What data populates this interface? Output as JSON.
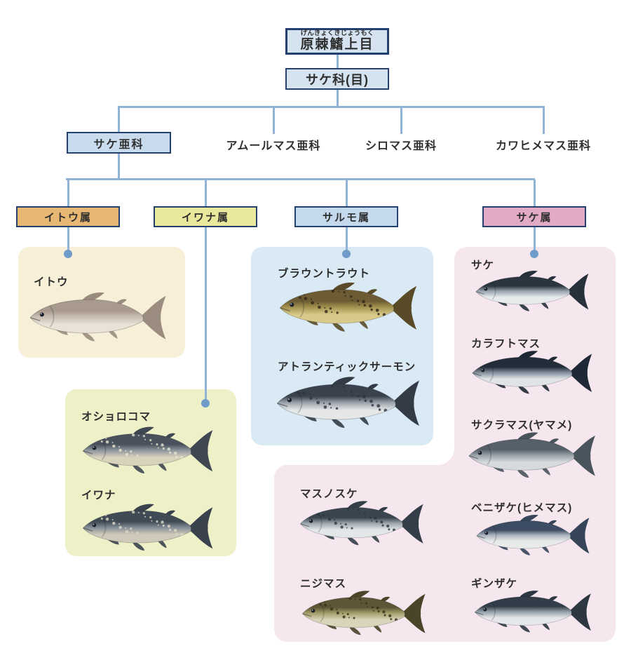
{
  "tree": {
    "root": {
      "furigana": "げんきょくきじょうもく",
      "label": "原棘鰭上目"
    },
    "family": {
      "label": "サケ科(目)"
    },
    "subfamilies": [
      {
        "label": "サケ亜科"
      },
      {
        "label": "アムールマス亜科"
      },
      {
        "label": "シロマス亜科"
      },
      {
        "label": "カワヒメマス亜科"
      }
    ],
    "genera": [
      {
        "label": "イトウ属",
        "color": "#e7b873"
      },
      {
        "label": "イワナ属",
        "color": "#e9e89b"
      },
      {
        "label": "サルモ属",
        "color": "#c5d9ec"
      },
      {
        "label": "サケ属",
        "color": "#e3aac6"
      }
    ]
  },
  "panels": [
    {
      "genus": "イトウ属",
      "bg": "#f8efd8",
      "species": [
        {
          "name": "イトウ",
          "back": "#a89a8c",
          "mid": "#c8beb2",
          "belly": "#e9e2d6",
          "fin": "#9a8d80",
          "spots": "none"
        }
      ]
    },
    {
      "genus": "イワナ属",
      "bg": "#eef0c8",
      "species": [
        {
          "name": "オショロコマ",
          "back": "#49525c",
          "mid": "#8d959c",
          "belly": "#d9d2bd",
          "fin": "#3f4850",
          "spots": "#e6e2cf"
        },
        {
          "name": "イワナ",
          "back": "#414b56",
          "mid": "#828c96",
          "belly": "#cfc9b9",
          "fin": "#39424c",
          "spots": "#dcd8c8"
        }
      ]
    },
    {
      "genus": "サルモ属",
      "bg": "#daeaf4",
      "species": [
        {
          "name": "ブラウントラウト",
          "back": "#6d5c33",
          "mid": "#a3924f",
          "belly": "#d9ca8a",
          "fin": "#5a4b28",
          "spots": "#2f2817"
        },
        {
          "name": "アトランティックサーモン",
          "back": "#39424d",
          "mid": "#9aa3ab",
          "belly": "#e6e8e8",
          "fin": "#333c46",
          "spots": "#2e343c"
        }
      ]
    },
    {
      "genus": "サケ属",
      "bg": "#f6e7ee",
      "species": [
        {
          "name": "サケ",
          "back": "#2b3540",
          "mid": "#97a2ac",
          "belly": "#e8ebec",
          "fin": "#27313c",
          "spots": "none"
        },
        {
          "name": "カラフトマス",
          "back": "#232d3a",
          "mid": "#808d9a",
          "belly": "#e0e4e7",
          "fin": "#1f2935",
          "spots": "none"
        },
        {
          "name": "サクラマス(ヤマメ)",
          "back": "#566069",
          "mid": "#98a1a8",
          "belly": "#d6dadc",
          "fin": "#4a545d",
          "spots": "none"
        },
        {
          "name": "ベニザケ(ヒメマス)",
          "back": "#3c4c62",
          "mid": "#aab4bd",
          "belly": "#e9ebeb",
          "fin": "#36455a",
          "spots": "none"
        },
        {
          "name": "ギンザケ",
          "back": "#333d49",
          "mid": "#909ca6",
          "belly": "#e5e7e9",
          "fin": "#2d3742",
          "spots": "none"
        },
        {
          "name": "マスノスケ",
          "back": "#3b454f",
          "mid": "#9aa5ad",
          "belly": "#e4e7e8",
          "fin": "#343e48",
          "spots": "#2c343c"
        },
        {
          "name": "ニジマス",
          "back": "#5c5636",
          "mid": "#a39c68",
          "belly": "#d9d5ba",
          "fin": "#4a4428",
          "spots": "#363016"
        }
      ]
    }
  ],
  "colors": {
    "connector_line": "#8fb4d8",
    "connector_dot": "#6f9cc8",
    "node_fill": "#d5e3f0",
    "node_border": "#24406e",
    "subfamily_fill": "#c9dcee",
    "text": "#2e2e2e"
  }
}
